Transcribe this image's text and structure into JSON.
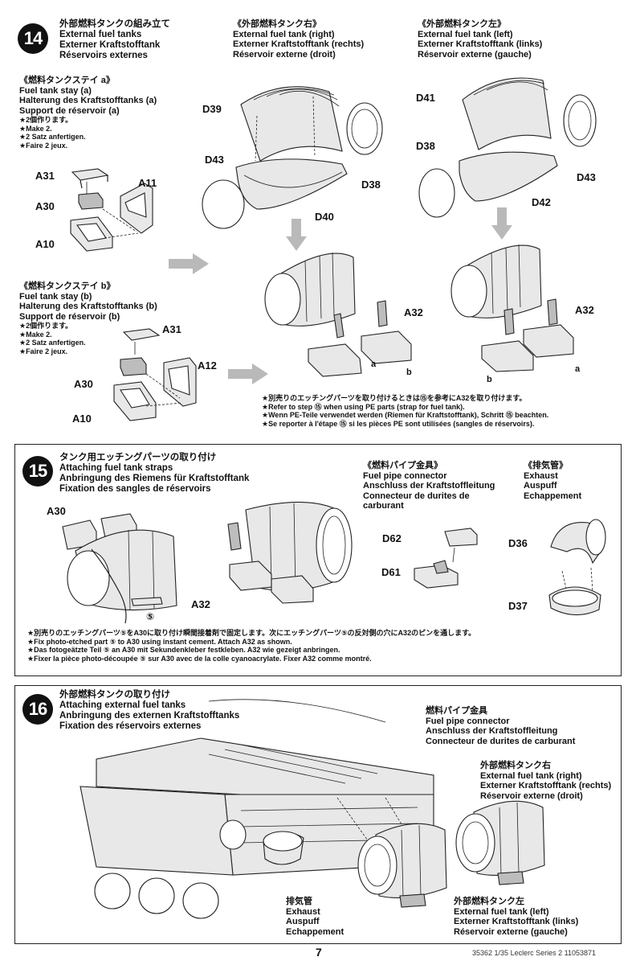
{
  "steps": {
    "s14": {
      "number": "14",
      "title_jp": "外部燃料タンクの組み立て",
      "title_en": "External fuel tanks",
      "title_de": "Externer Kraftstofftank",
      "title_fr": "Réservoirs externes",
      "stay_a": {
        "jp": "《燃料タンクステイ a》",
        "en": "Fuel tank stay (a)",
        "de": "Halterung des Kraftstofftanks (a)",
        "fr": "Support de réservoir (a)",
        "make_jp": "★2個作ります。",
        "make_en": "★Make 2.",
        "make_de": "★2 Satz anfertigen.",
        "make_fr": "★Faire 2 jeux."
      },
      "stay_b": {
        "jp": "《燃料タンクステイ b》",
        "en": "Fuel tank stay (b)",
        "de": "Halterung des Kraftstofftanks (b)",
        "fr": "Support de réservoir (b)",
        "make_jp": "★2個作ります。",
        "make_en": "★Make 2.",
        "make_de": "★2 Satz anfertigen.",
        "make_fr": "★Faire 2 jeux."
      },
      "tank_right": {
        "jp": "《外部燃料タンク右》",
        "en": "External fuel tank (right)",
        "de": "Externer Kraftstofftank (rechts)",
        "fr": "Réservoir externe (droit)"
      },
      "tank_left": {
        "jp": "《外部燃料タンク左》",
        "en": "External fuel tank (left)",
        "de": "Externer Kraftstofftank (links)",
        "fr": "Réservoir externe (gauche)"
      },
      "parts": {
        "a31": "A31",
        "a30": "A30",
        "a11": "A11",
        "a10": "A10",
        "a12": "A12",
        "d39": "D39",
        "d43": "D43",
        "d38": "D38",
        "d40": "D40",
        "d41": "D41",
        "d42": "D42",
        "a32": "A32",
        "a": "a",
        "b": "b"
      },
      "notes": [
        "★別売りのエッチングパーツを取り付けるときは⑮を参考にA32を取り付けます。",
        "★Refer to step ⑮ when using PE parts (strap for fuel tank).",
        "★Wenn PE-Teile verwendet werden (Riemen für Kraftstofftank), Schritt ⑮ beachten.",
        "★Se reporter à l'étape ⑮ si les pièces PE sont utilisées (sangles de réservoirs)."
      ]
    },
    "s15": {
      "number": "15",
      "title_jp": "タンク用エッチングパーツの取り付け",
      "title_en": "Attaching fuel tank straps",
      "title_de": "Anbringung des Riemens für Kraftstofftank",
      "title_fr": "Fixation des sangles de réservoirs",
      "pipe": {
        "jp": "《燃料パイプ金具》",
        "en": "Fuel pipe connector",
        "de": "Anschluss der Kraftstoffleitung",
        "fr": "Connecteur de durites de carburant"
      },
      "exhaust": {
        "jp": "《排気管》",
        "en": "Exhaust",
        "de": "Auspuff",
        "fr": "Echappement"
      },
      "parts": {
        "a30": "A30",
        "a32": "A32",
        "d62": "D62",
        "d61": "D61",
        "d36": "D36",
        "d37": "D37",
        "pe5": "⑤"
      },
      "notes": [
        "★別売りのエッチングパーツ⑤をA30に取り付け瞬間接着剤で固定します。次にエッチングパーツ⑤の反対側の穴にA32のピンを通します。",
        "★Fix photo-etched part ⑤ to A30 using instant cement. Attach A32 as shown.",
        "★Das fotogeätzte Teil ⑤ an A30 mit Sekundenkleber festkleben. A32 wie gezeigt anbringen.",
        "★Fixer la pièce photo-découpée ⑤ sur A30 avec de la colle cyanoacrylate. Fixer A32 comme montré."
      ]
    },
    "s16": {
      "number": "16",
      "title_jp": "外部燃料タンクの取り付け",
      "title_en": "Attaching external fuel tanks",
      "title_de": "Anbringung des externen Kraftstofftanks",
      "title_fr": "Fixation des réservoirs externes",
      "pipe": {
        "jp": "燃料パイプ金具",
        "en": "Fuel pipe connector",
        "de": "Anschluss der Kraftstoffleitung",
        "fr": "Connecteur de durites de carburant"
      },
      "tank_right": {
        "jp": "外部燃料タンク右",
        "en": "External fuel tank (right)",
        "de": "Externer Kraftstofftank (rechts)",
        "fr": "Réservoir externe (droit)"
      },
      "tank_left": {
        "jp": "外部燃料タンク左",
        "en": "External fuel tank (left)",
        "de": "Externer Kraftstofftank (links)",
        "fr": "Réservoir externe (gauche)"
      },
      "exhaust": {
        "jp": "排気管",
        "en": "Exhaust",
        "de": "Auspuff",
        "fr": "Echappement"
      }
    }
  },
  "footer": {
    "page_number": "7",
    "code": "35362",
    "scale": "1/35",
    "series": "Leclerc Series 2",
    "doc_id": "11053871"
  }
}
